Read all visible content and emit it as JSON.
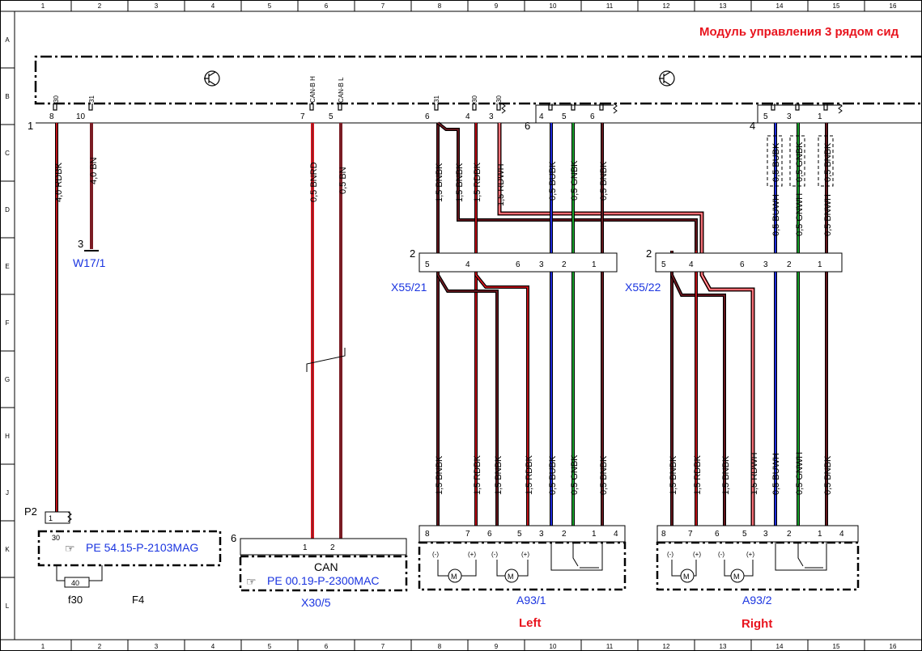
{
  "title": "Модуль управления 3 рядом сид",
  "grid": {
    "columns": [
      "1",
      "2",
      "3",
      "4",
      "5",
      "6",
      "7",
      "8",
      "9",
      "10",
      "11",
      "12",
      "13",
      "14",
      "15",
      "16"
    ],
    "rows": [
      "A",
      "B",
      "C",
      "D",
      "E",
      "F",
      "G",
      "H",
      "J",
      "K",
      "L"
    ]
  },
  "colors": {
    "red": "#e8141e",
    "black": "#000000",
    "brown": "#7a1c24",
    "blue": "#1e2bd6",
    "green": "#1aa02c",
    "white": "#ffffff",
    "label_red": "#e8141e",
    "label_blue": "#1a34e0"
  },
  "module": {
    "left_pins": [
      {
        "num": "8",
        "name": "30",
        "wire": "4,0 RDBK"
      },
      {
        "num": "10",
        "name": "31",
        "wire": "4,0 BN"
      },
      {
        "num": "7",
        "name": "CAN-B H",
        "wire": "0,5 BNRD"
      },
      {
        "num": "5",
        "name": "CAN-B L",
        "wire": "0,5 BN"
      },
      {
        "num": "6",
        "name": "31",
        "wire": "1,5 BNBK"
      },
      {
        "num": "4",
        "name": "30",
        "wire": "1,5 RDBK"
      },
      {
        "num": "3",
        "name": "30",
        "wire": "1,5 RDWH"
      }
    ],
    "connector_label_1": "1",
    "connector_label_6": "6",
    "connector_label_4": "4",
    "mid_pins": [
      {
        "num": "4",
        "wire": "0,5 BUBK"
      },
      {
        "num": "5",
        "wire": "0,5 GNBK"
      },
      {
        "num": "6",
        "wire": "0,5 BNBK"
      }
    ],
    "right_pins": [
      {
        "num": "5",
        "wire": "0,5 BUBK"
      },
      {
        "num": "3",
        "wire": "0,5 GNBK"
      },
      {
        "num": "1",
        "wire": "0,5 BNBK"
      }
    ],
    "right_wire_labels_lower": [
      "0,5 BUWH",
      "0,5 GNWH",
      "0,5 BNWH"
    ]
  },
  "w17": {
    "pin": "3",
    "label": "W17/1"
  },
  "p2": {
    "label": "P2",
    "pin1": "1",
    "pin30": "30",
    "ref": "PE 54.15-P-2103MAG",
    "fuse_value": "40",
    "fuse_label": "f30",
    "fuse_block": "F4"
  },
  "x30": {
    "conn": "6",
    "pin1": "1",
    "pin2": "2",
    "can": "CAN",
    "ref": "PE 00.19-P-2300MAC",
    "label": "X30/5"
  },
  "x55_21": {
    "conn": "2",
    "label": "X55/21",
    "pins": [
      "5",
      "4",
      "6",
      "3",
      "2",
      "1"
    ]
  },
  "x55_22": {
    "conn": "2",
    "label": "X55/22",
    "pins": [
      "5",
      "4",
      "6",
      "3",
      "2",
      "1"
    ]
  },
  "a93_1": {
    "label": "A93/1",
    "side": "Left",
    "pins": [
      "8",
      "7",
      "6",
      "5",
      "3",
      "2",
      "1",
      "4"
    ],
    "wires": [
      "1,5 BNBK",
      "1,5 RDBK",
      "1,5 BNBK",
      "1,5 RDBK",
      "0,5 BUBK",
      "0,5 GNBK",
      "0,5 BNBK"
    ],
    "minus": "(-)",
    "plus": "(+)",
    "motor": "M"
  },
  "a93_2": {
    "label": "A93/2",
    "side": "Right",
    "pins": [
      "8",
      "7",
      "6",
      "5",
      "3",
      "2",
      "1",
      "4"
    ],
    "wires": [
      "1,5 BNBK",
      "1,5 RDBK",
      "1,5 BNBK",
      "1,5 RDWH",
      "0,5 BUWH",
      "0,5 GNWH",
      "0,5 BNBK"
    ],
    "minus": "(-)",
    "plus": "(+)",
    "motor": "M"
  }
}
